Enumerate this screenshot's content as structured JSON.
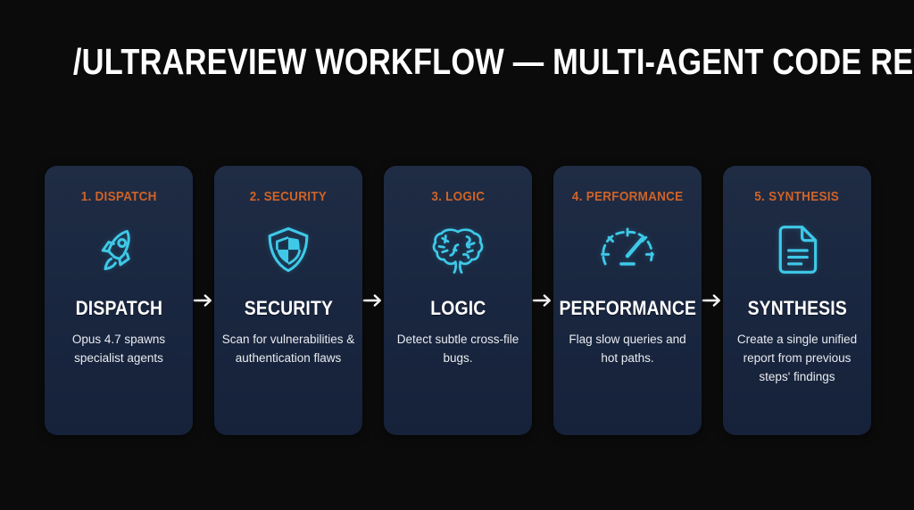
{
  "page": {
    "title": "/ULTRAREVIEW WORKFLOW — MULTI-AGENT CODE REVIEW",
    "background_color": "#0b0b0c",
    "accent_orange": "#cf6328",
    "accent_cyan": "#3fc9e8",
    "card_color": "#1b2840",
    "text_color": "#ffffff"
  },
  "steps": [
    {
      "step_label": "1. DISPATCH",
      "title": "DISPATCH",
      "description": "Opus 4.7 spawns specialist agents",
      "icon": "rocket-icon"
    },
    {
      "step_label": "2. SECURITY",
      "title": "SECURITY",
      "description": "Scan for vulnerabilities & authentication flaws",
      "icon": "shield-icon"
    },
    {
      "step_label": "3. LOGIC",
      "title": "LOGIC",
      "description": "Detect subtle cross-file bugs.",
      "icon": "brain-icon"
    },
    {
      "step_label": "4. PERFORMANCE",
      "title": "PERFORMANCE",
      "description": "Flag slow queries and hot paths.",
      "icon": "gauge-icon"
    },
    {
      "step_label": "5. SYNTHESIS",
      "title": "SYNTHESIS",
      "description": "Create a single unified report from previous steps' findings",
      "icon": "document-icon"
    }
  ],
  "connectors": [
    {
      "symbol": "→",
      "name": "arrow-right-icon"
    },
    {
      "symbol": "→",
      "name": "arrow-right-icon"
    },
    {
      "symbol": "→",
      "name": "arrow-right-icon"
    },
    {
      "symbol": "→",
      "name": "arrow-right-icon"
    }
  ]
}
